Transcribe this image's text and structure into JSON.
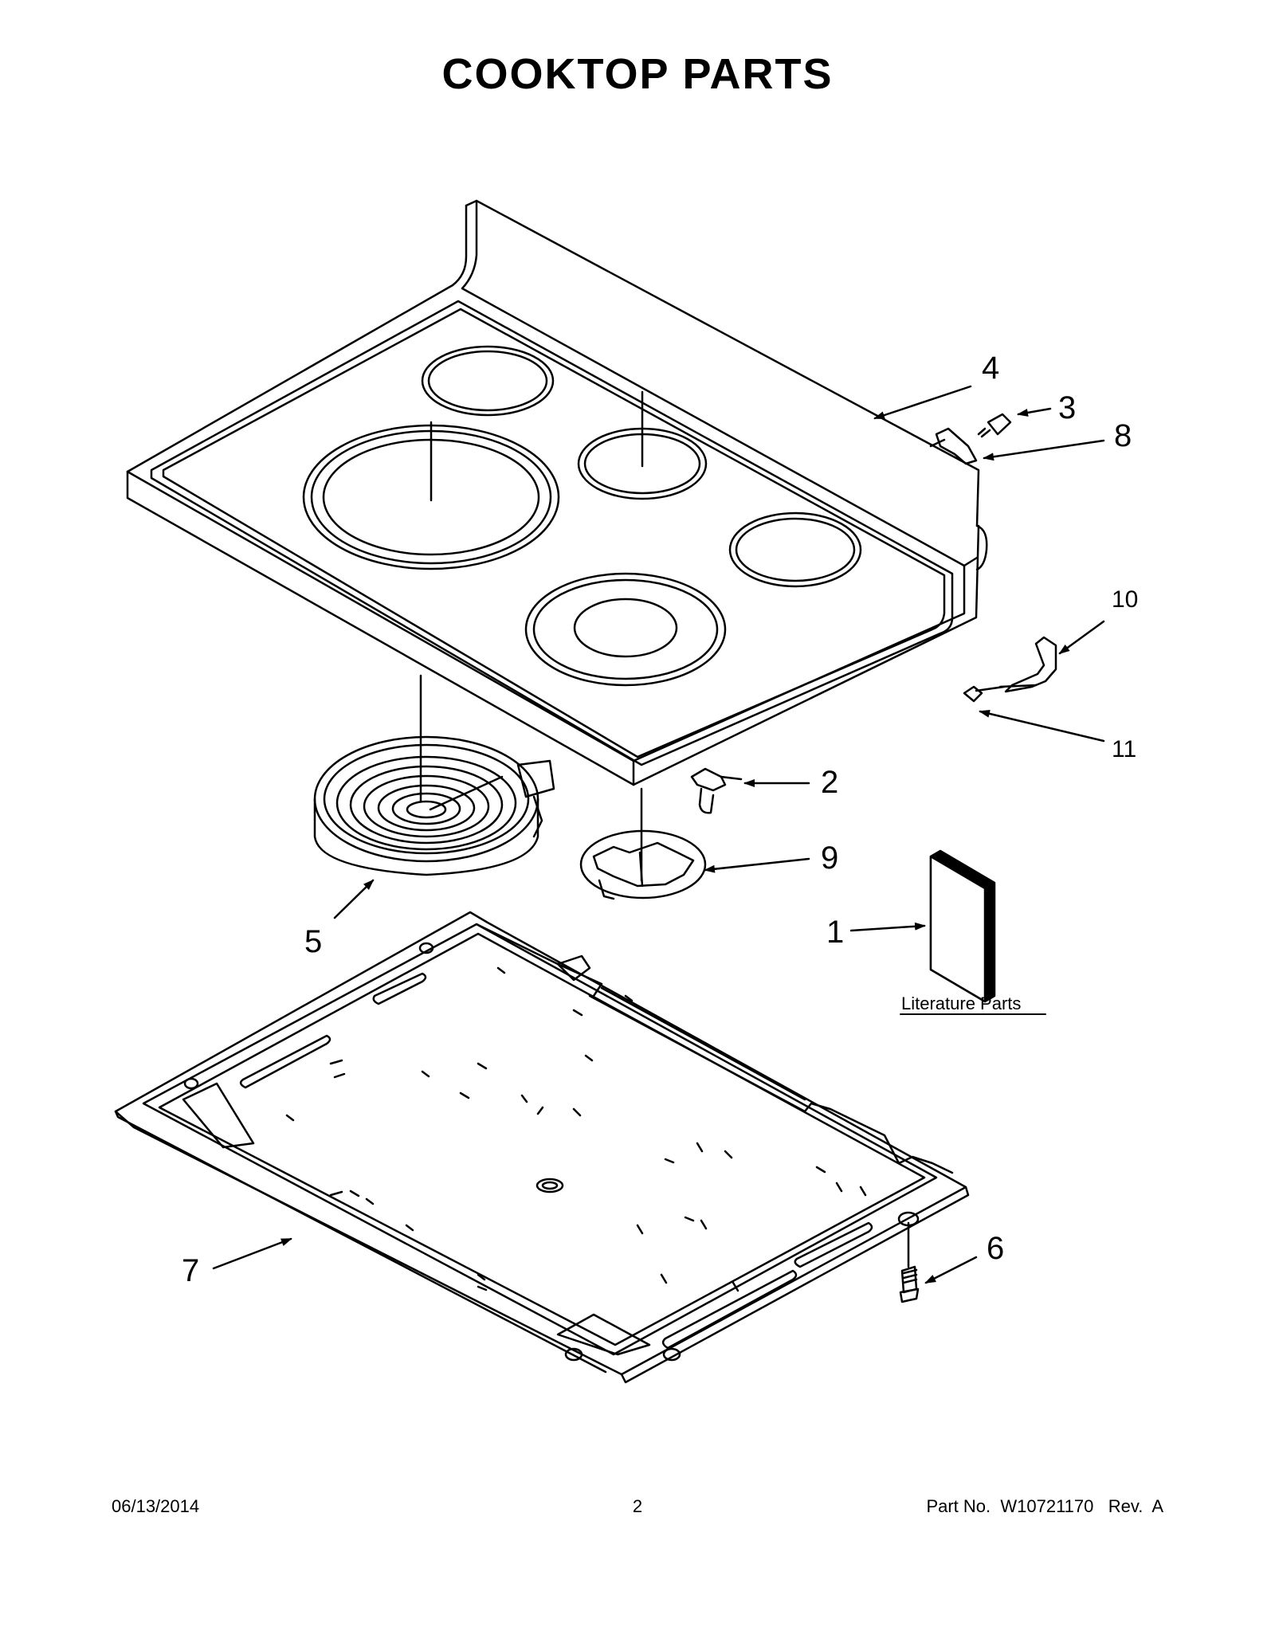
{
  "page": {
    "title": "COOKTOP  PARTS"
  },
  "callouts": [
    "1",
    "2",
    "3",
    "4",
    "5",
    "6",
    "7",
    "8",
    "9",
    "10",
    "11"
  ],
  "literature_label": "Literature Parts",
  "footer": {
    "date": "06/13/2014",
    "page_number": "2",
    "part_number": "Part No.  W10721170   Rev.  A"
  }
}
